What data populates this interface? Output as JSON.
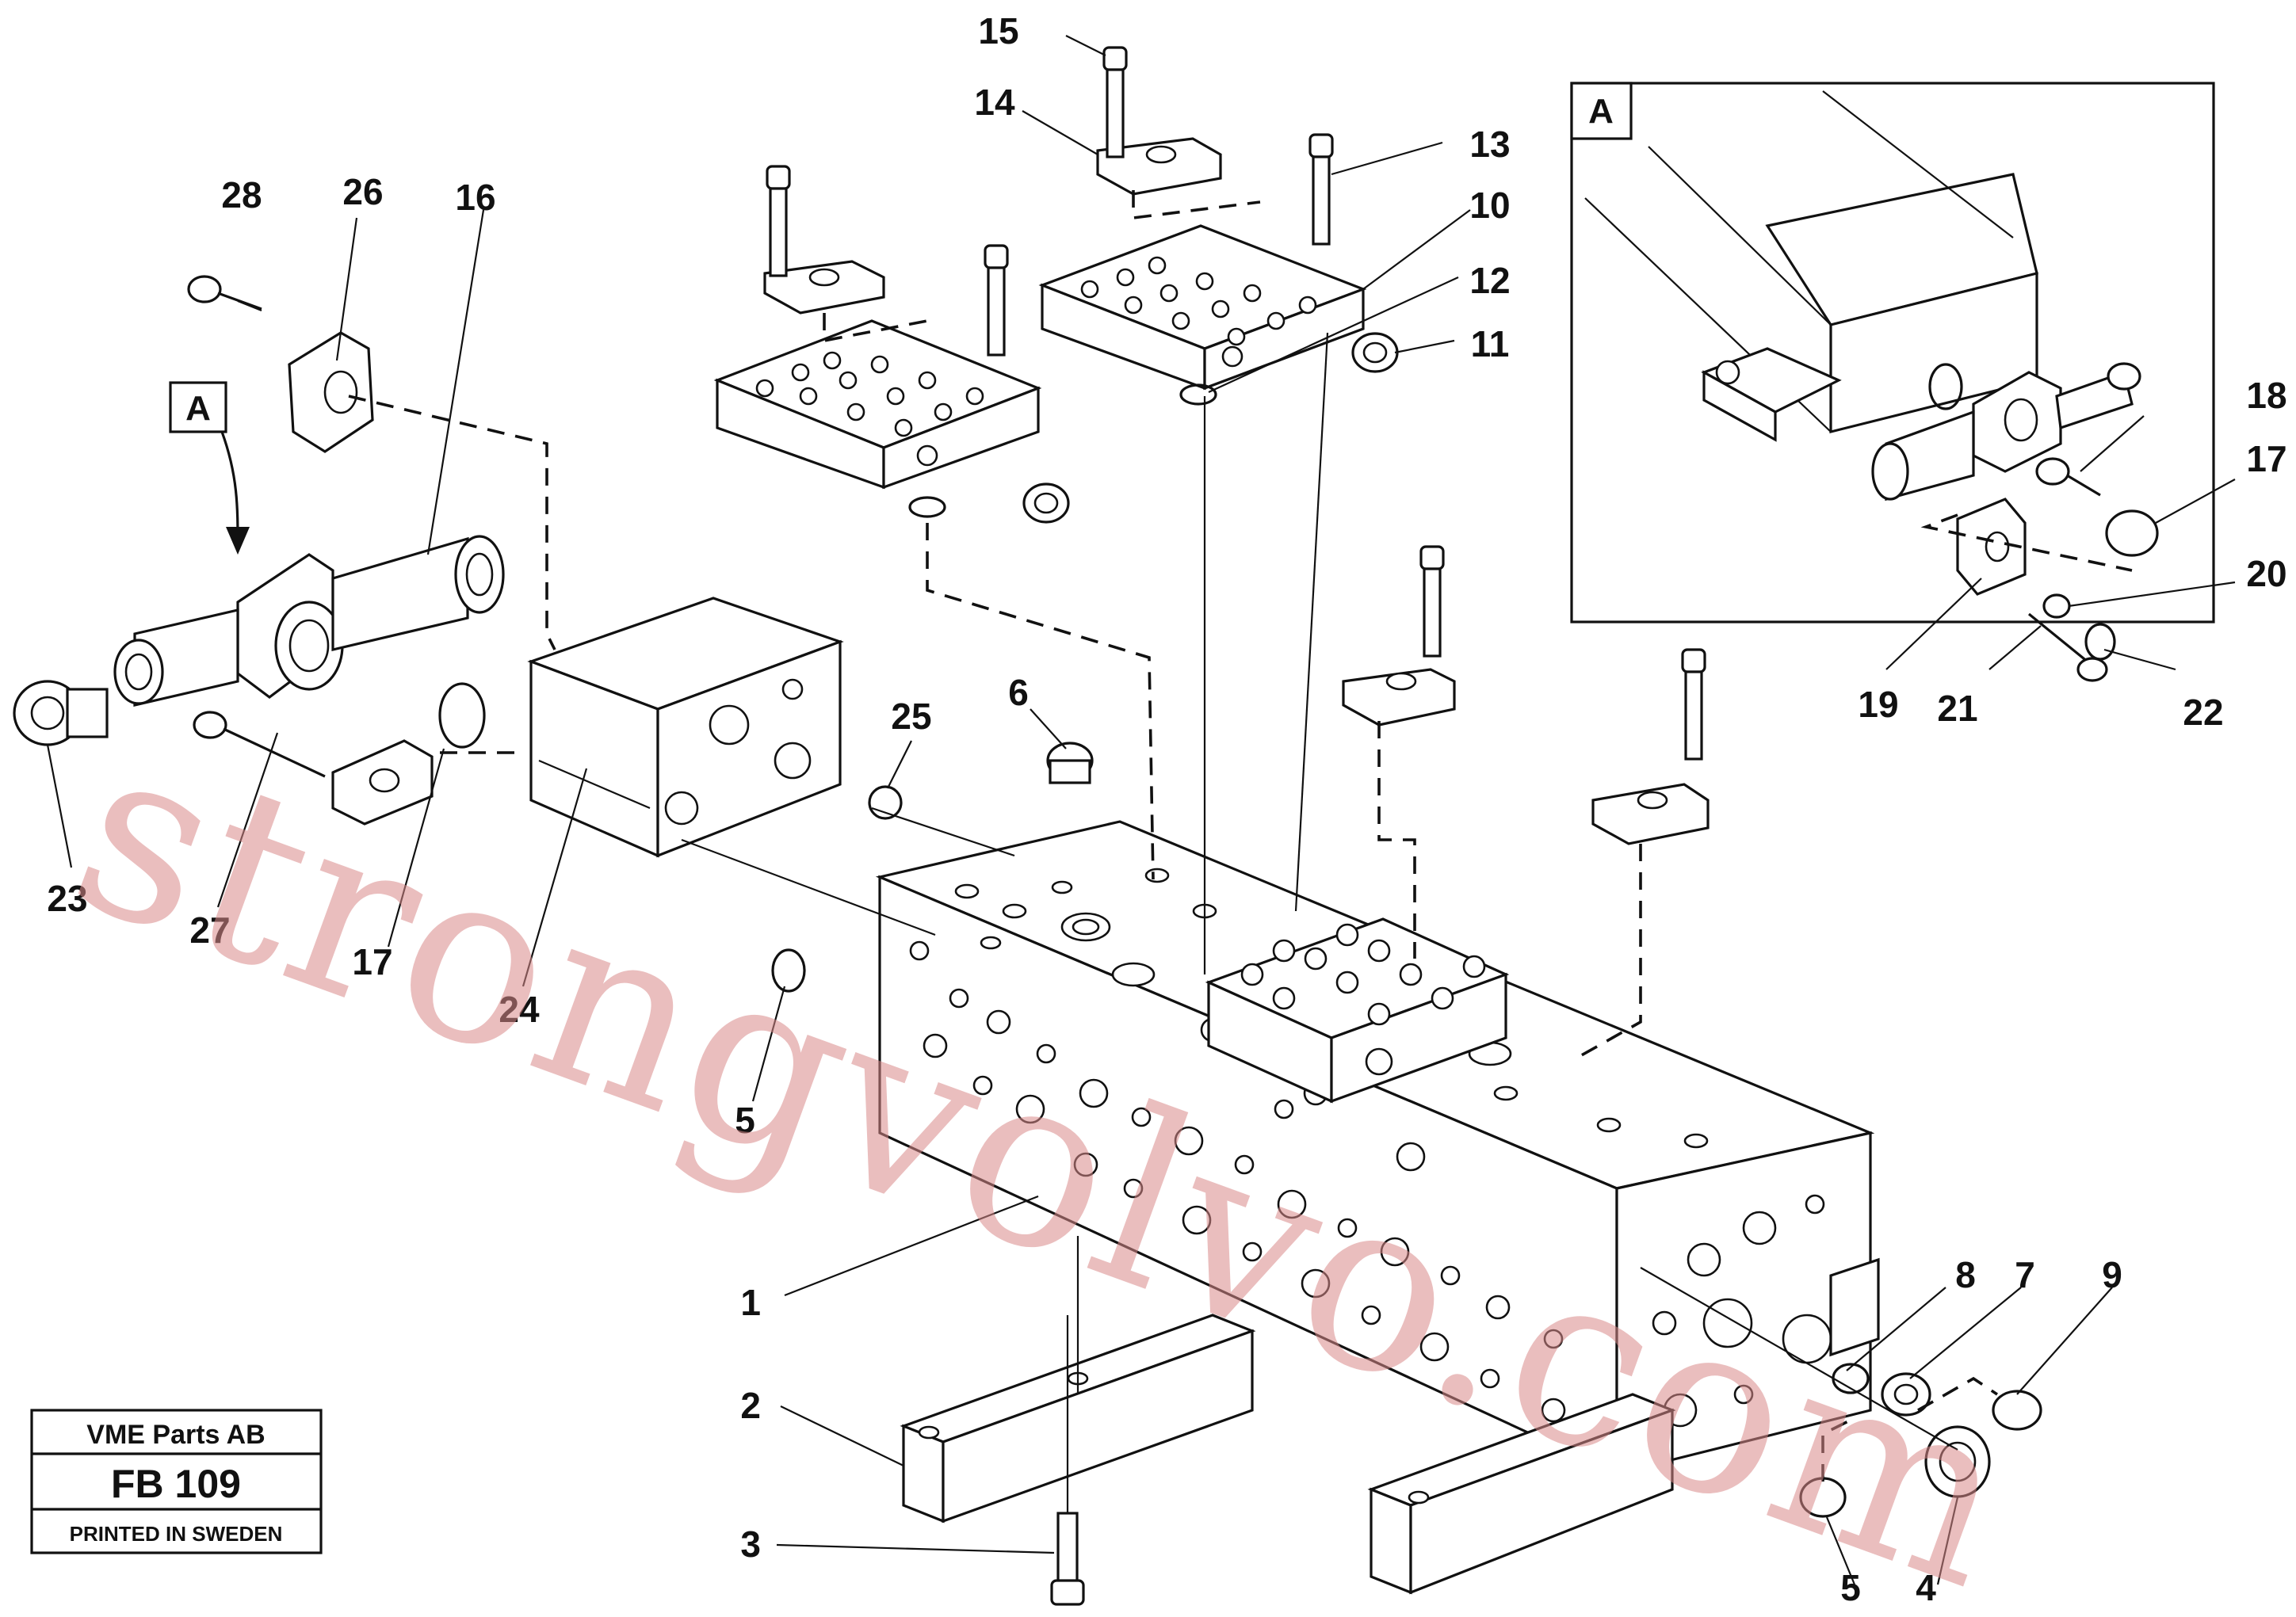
{
  "diagram": {
    "callouts": [
      "1",
      "2",
      "3",
      "4",
      "5",
      "5",
      "6",
      "7",
      "8",
      "9",
      "10",
      "11",
      "12",
      "13",
      "14",
      "15",
      "16",
      "17",
      "17",
      "18",
      "19",
      "20",
      "21",
      "22",
      "23",
      "24",
      "25",
      "26",
      "27",
      "28"
    ],
    "view_marker": "A",
    "detail_marker": "A"
  },
  "stamp": {
    "company": "VME Parts AB",
    "code": "FB 109",
    "printed": "PRINTED IN SWEDEN"
  },
  "watermark": {
    "text": "strongvolvo.com",
    "color": "#d98a8a"
  }
}
